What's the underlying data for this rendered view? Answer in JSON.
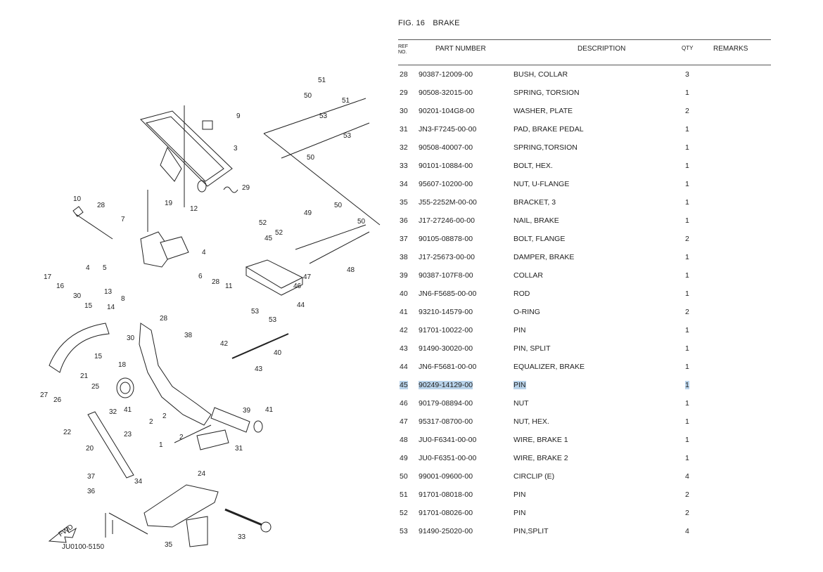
{
  "figure": {
    "label": "FIG. 16",
    "name": "BRAKE"
  },
  "table": {
    "headers": {
      "ref": "REF NO.",
      "part_number": "PART NUMBER",
      "description": "DESCRIPTION",
      "qty": "QTY",
      "remarks": "REMARKS"
    },
    "rows": [
      {
        "ref": "28",
        "pn": "90387-12009-00",
        "desc": "BUSH, COLLAR",
        "qty": "3"
      },
      {
        "ref": "29",
        "pn": "90508-32015-00",
        "desc": "SPRING, TORSION",
        "qty": "1"
      },
      {
        "ref": "30",
        "pn": "90201-104G8-00",
        "desc": "WASHER, PLATE",
        "qty": "2"
      },
      {
        "ref": "31",
        "pn": "JN3-F7245-00-00",
        "desc": "PAD, BRAKE PEDAL",
        "qty": "1"
      },
      {
        "ref": "32",
        "pn": "90508-40007-00",
        "desc": "SPRING,TORSION",
        "qty": "1"
      },
      {
        "ref": "33",
        "pn": "90101-10884-00",
        "desc": "BOLT, HEX.",
        "qty": "1"
      },
      {
        "ref": "34",
        "pn": "95607-10200-00",
        "desc": "NUT, U-FLANGE",
        "qty": "1"
      },
      {
        "ref": "35",
        "pn": "J55-2252M-00-00",
        "desc": "BRACKET, 3",
        "qty": "1"
      },
      {
        "ref": "36",
        "pn": "J17-27246-00-00",
        "desc": "NAIL, BRAKE",
        "qty": "1"
      },
      {
        "ref": "37",
        "pn": "90105-08878-00",
        "desc": "BOLT, FLANGE",
        "qty": "2"
      },
      {
        "ref": "38",
        "pn": "J17-25673-00-00",
        "desc": "DAMPER, BRAKE",
        "qty": "1"
      },
      {
        "ref": "39",
        "pn": "90387-107F8-00",
        "desc": "COLLAR",
        "qty": "1"
      },
      {
        "ref": "40",
        "pn": "JN6-F5685-00-00",
        "desc": "ROD",
        "qty": "1"
      },
      {
        "ref": "41",
        "pn": "93210-14579-00",
        "desc": "O-RING",
        "qty": "2"
      },
      {
        "ref": "42",
        "pn": "91701-10022-00",
        "desc": "PIN",
        "qty": "1"
      },
      {
        "ref": "43",
        "pn": "91490-30020-00",
        "desc": "PIN, SPLIT",
        "qty": "1"
      },
      {
        "ref": "44",
        "pn": "JN6-F5681-00-00",
        "desc": "EQUALIZER, BRAKE",
        "qty": "1"
      },
      {
        "ref": "45",
        "pn": "90249-14129-00",
        "desc": "PIN",
        "qty": "1",
        "highlight": true
      },
      {
        "ref": "46",
        "pn": "90179-08894-00",
        "desc": "NUT",
        "qty": "1"
      },
      {
        "ref": "47",
        "pn": "95317-08700-00",
        "desc": "NUT, HEX.",
        "qty": "1"
      },
      {
        "ref": "48",
        "pn": "JU0-F6341-00-00",
        "desc": "WIRE, BRAKE 1",
        "qty": "1"
      },
      {
        "ref": "49",
        "pn": "JU0-F6351-00-00",
        "desc": "WIRE, BRAKE 2",
        "qty": "1"
      },
      {
        "ref": "50",
        "pn": "99001-09600-00",
        "desc": "CIRCLIP (E)",
        "qty": "4"
      },
      {
        "ref": "51",
        "pn": "91701-08018-00",
        "desc": "PIN",
        "qty": "2"
      },
      {
        "ref": "52",
        "pn": "91701-08026-00",
        "desc": "PIN",
        "qty": "2"
      },
      {
        "ref": "53",
        "pn": "91490-25020-00",
        "desc": "PIN,SPLIT",
        "qty": "4"
      }
    ],
    "highlight_color": "#b9d3ea"
  },
  "diagram": {
    "drawing_code": "JU0100-5150",
    "direction_label": "FWD",
    "callouts": [
      "1",
      "2",
      "2",
      "2",
      "3",
      "4",
      "4",
      "5",
      "6",
      "7",
      "8",
      "9",
      "10",
      "11",
      "12",
      "13",
      "14",
      "15",
      "15",
      "16",
      "17",
      "18",
      "19",
      "20",
      "21",
      "22",
      "23",
      "24",
      "25",
      "26",
      "27",
      "28",
      "28",
      "28",
      "29",
      "30",
      "30",
      "31",
      "32",
      "33",
      "34",
      "35",
      "36",
      "37",
      "38",
      "39",
      "40",
      "41",
      "41",
      "42",
      "43",
      "44",
      "45",
      "46",
      "47",
      "48",
      "49",
      "50",
      "50",
      "50",
      "50",
      "51",
      "51",
      "52",
      "52",
      "53",
      "53",
      "53",
      "53"
    ]
  }
}
